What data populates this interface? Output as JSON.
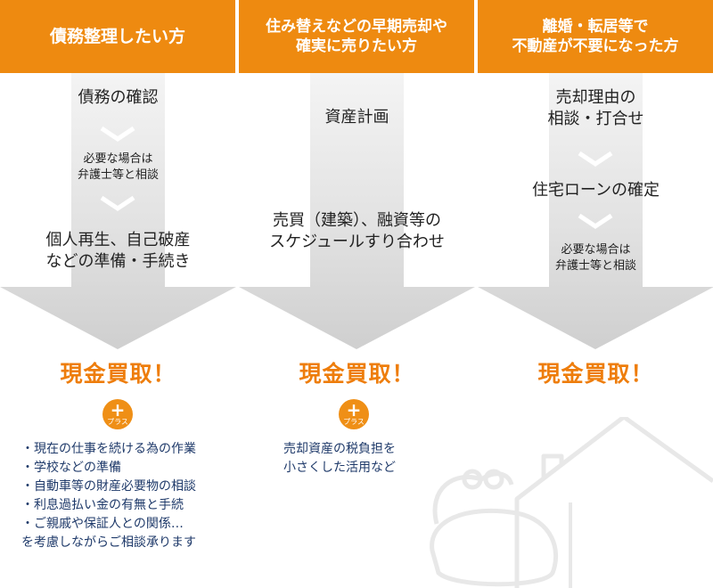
{
  "columns": [
    {
      "header": "債務整理したい方",
      "steps": [
        "債務の確認",
        "必要な場合は\n弁護士等と相談",
        "個人再生、自己破産\nなどの準備・手続き"
      ],
      "result": "現金買取！",
      "plus_label": "プラス",
      "notes": [
        "現在の仕事を続ける為の作業",
        "学校などの準備",
        "自動車等の財産必要物の相談",
        "利息過払い金の有無と手続",
        "ご親戚や保証人との関係…"
      ],
      "closing": "を考慮しながらご相談承ります"
    },
    {
      "header": "住み替えなどの早期売却や\n確実に売りたい方",
      "steps": [
        "資産計画",
        "売買（建築）、融資等の\nスケジュールすり合わせ"
      ],
      "result": "現金買取！",
      "plus_label": "プラス",
      "notes": [
        "売却資産の税負担を\n小さくした活用など"
      ]
    },
    {
      "header": "離婚・転居等で\n不動産が不要になった方",
      "steps": [
        "売却理由の\n相談・打合せ",
        "住宅ローンの確定",
        "必要な場合は\n弁護士等と相談"
      ],
      "result": "現金買取！"
    }
  ],
  "colors": {
    "header_bg": "#ee8a10",
    "result_text": "#ee7d0b",
    "arrow": "#d9d9d9",
    "notes_text": "#1f3a6a"
  },
  "icons": {
    "plus": "plus-badge-icon",
    "chevron": "chevron-down-icon",
    "house": "house-outline-icon",
    "purse": "coin-purse-icon"
  }
}
